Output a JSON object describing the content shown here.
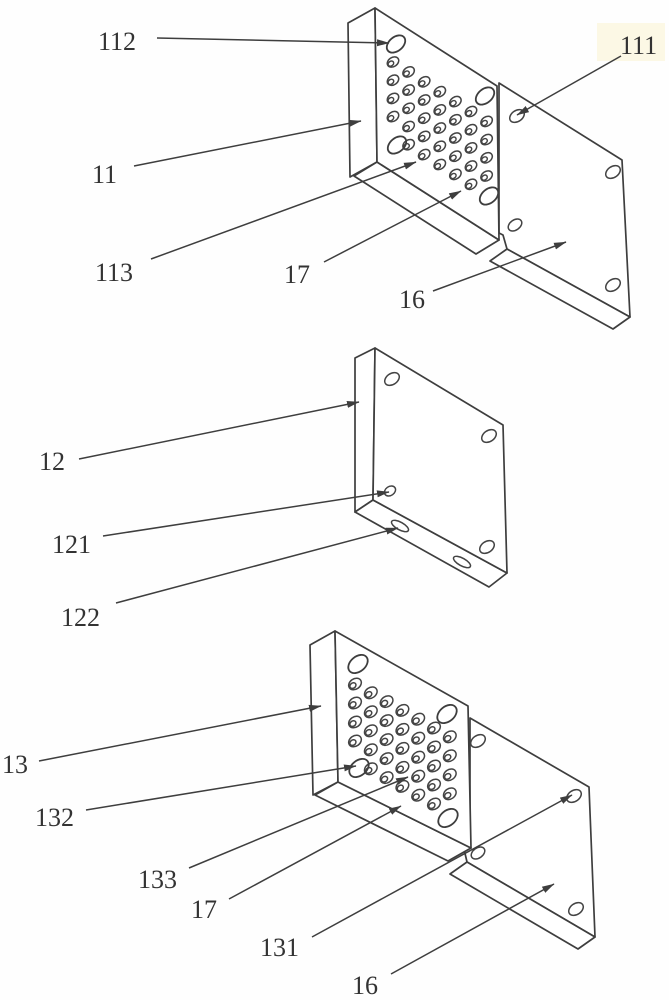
{
  "drawing": {
    "kind": "patent-line-figure",
    "colors": {
      "paper": "#fefefe",
      "line": "#3e3e3e",
      "text": "#333333"
    },
    "views": [
      {
        "name": "top-perforated-plate-assembly",
        "reference_labels": [
          "112",
          "111",
          "11",
          "113",
          "17",
          "16"
        ]
      },
      {
        "name": "middle-cover-plate",
        "reference_labels": [
          "12",
          "121",
          "122"
        ]
      },
      {
        "name": "bottom-perforated-plate-assembly",
        "reference_labels": [
          "13",
          "132",
          "133",
          "17",
          "131",
          "16"
        ]
      }
    ]
  },
  "labels": {
    "l112": "112",
    "l111": "111",
    "l11": "11",
    "l113": "113",
    "l17a": "17",
    "l16a": "16",
    "l12": "12",
    "l121": "121",
    "l122": "122",
    "l13": "13",
    "l132": "132",
    "l133": "133",
    "l17b": "17",
    "l131": "131",
    "l16b": "16"
  }
}
